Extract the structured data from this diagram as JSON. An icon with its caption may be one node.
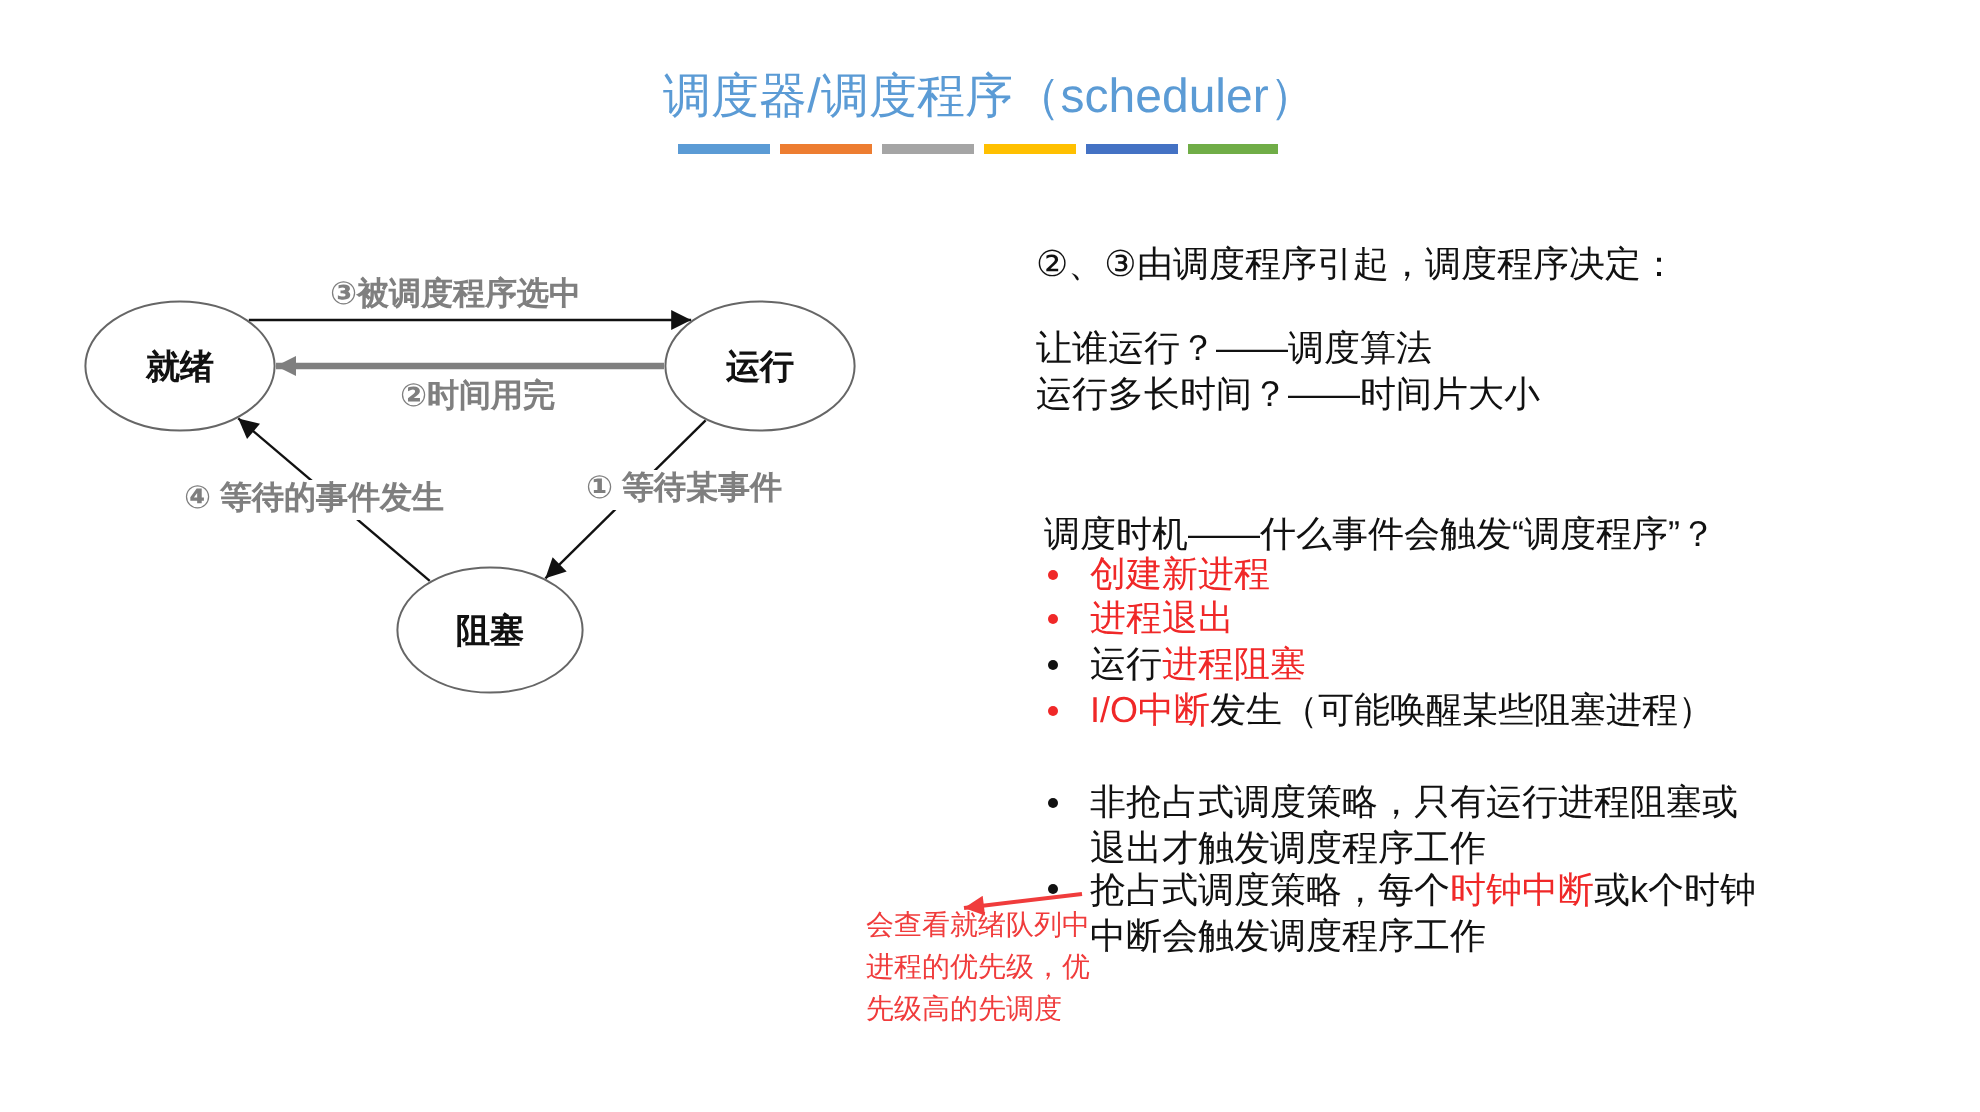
{
  "diagram": {
    "title": "调度器/调度程序（scheduler）",
    "nodes": [
      {
        "text": [
          "就绪"
        ]
      },
      {
        "text": [
          "运行"
        ]
      },
      {
        "text": [
          "阻塞"
        ]
      },
      {
        "text": [
          "抢占式调度策略，每个**时钟中断**或k个时钟中断会触发调度程序工作"
        ]
      },
      {
        "text": [
          "会查看就绪队列中进程的优先级，优先级高的先调度"
        ]
      }
    ],
    "edges": [
      {
        "from": 0,
        "to": 1,
        "arrow": "to",
        "label": "③被调度程序选中"
      },
      {
        "from": 1,
        "to": 0,
        "arrow": "to",
        "label": "②时间用完",
        "style": "thick",
        "color": "#7f7f7f"
      },
      {
        "from": 1,
        "to": 2,
        "arrow": "to",
        "label": "① 等待某事件"
      },
      {
        "from": 2,
        "to": 0,
        "arrow": "to",
        "label": "④ 等待的事件发生"
      },
      {
        "from": 3,
        "to": 4,
        "arrow": "to",
        "color": "#f03c3c"
      }
    ],
    "labels": [
      "②、③由调度程序引起，调度程序决定：",
      "让谁运行？——调度算法",
      "运行多长时间？——时间片大小",
      "调度时机——什么事件会触发“调度程序”？",
      "创建新进程",
      "进程退出",
      "运行**进程阻塞**",
      "**I/O中断**发生（可能唤醒某些阻塞进程）",
      "非抢占式调度策略，只有运行进程阻塞或退出才触发调度程序工作"
    ]
  }
}
